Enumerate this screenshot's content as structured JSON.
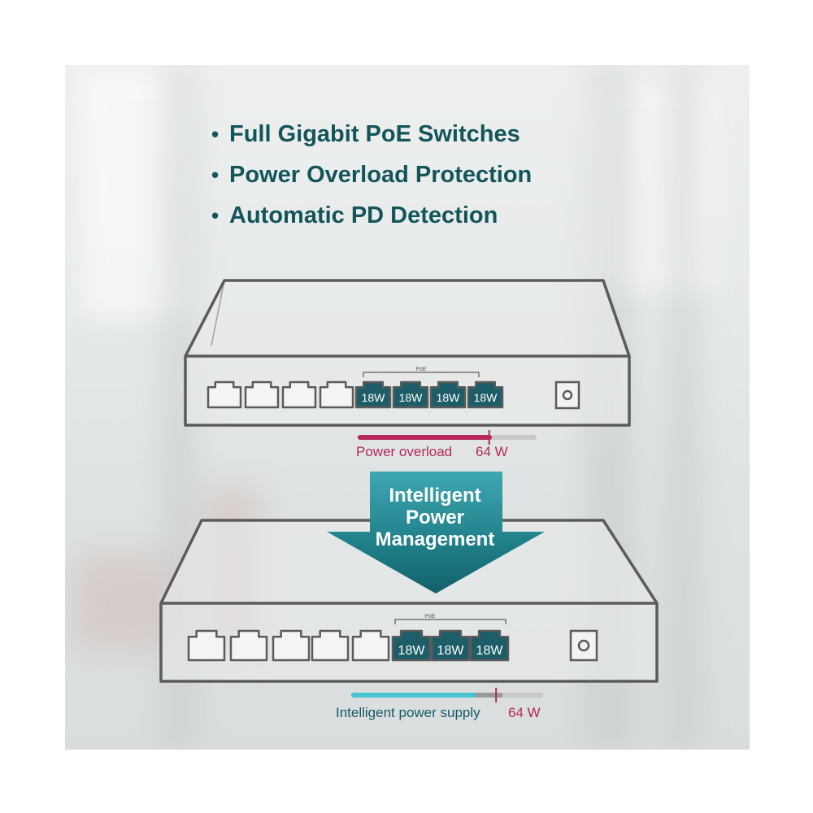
{
  "features": [
    {
      "text": "Full Gigabit PoE Switches"
    },
    {
      "text": "Power Overload Protection"
    },
    {
      "text": "Automatic PD Detection"
    }
  ],
  "bullet": "•",
  "top_switch": {
    "poe_label": "PoE",
    "ports": [
      "18W",
      "18W",
      "18W",
      "18W"
    ],
    "power_bar": {
      "label": "Power overload",
      "value_label": "64 W",
      "fill_fraction": 0.75,
      "marker_fraction": 0.735,
      "color": "#b5285b"
    }
  },
  "arrow": {
    "lines": [
      "Intelligent",
      "Power",
      "Management"
    ],
    "color": "#1f7f89"
  },
  "bottom_switch": {
    "poe_label": "PoE",
    "ports": [
      "18W",
      "18W",
      "18W"
    ],
    "power_bar": {
      "label": "Intelligent power supply",
      "value_label": "64 W",
      "fill_fraction": 0.65,
      "gray_fraction": 0.79,
      "marker_fraction": 0.755,
      "color": "#48c4cf"
    }
  },
  "colors": {
    "teal_dark": "#14555a",
    "magenta": "#b5285b",
    "cyan": "#48c4cf",
    "outline": "#5b5b5b"
  }
}
